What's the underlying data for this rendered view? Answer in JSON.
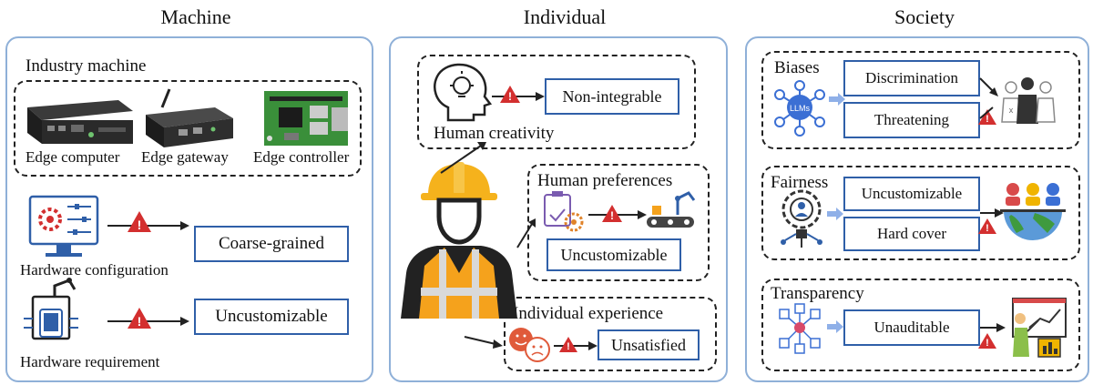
{
  "columns": {
    "machine": "Machine",
    "individual": "Individual",
    "society": "Society"
  },
  "machine": {
    "industry_title": "Industry machine",
    "devices": [
      "Edge computer",
      "Edge gateway",
      "Edge controller"
    ],
    "hw_config_label": "Hardware configuration",
    "hw_config_issue": "Coarse-grained",
    "hw_req_label": "Hardware requirement",
    "hw_req_issue": "Uncustomizable"
  },
  "individual": {
    "creativity_label": "Human creativity",
    "creativity_issue": "Non-integrable",
    "preferences_label": "Human preferences",
    "preferences_issue": "Uncustomizable",
    "experience_label": "Individual experience",
    "experience_issue": "Unsatisfied"
  },
  "society": {
    "biases_label": "Biases",
    "biases_issues": [
      "Discrimination",
      "Threatening"
    ],
    "llm_text": "LLMs",
    "fairness_label": "Fairness",
    "fairness_issues": [
      "Uncustomizable",
      "Hard cover"
    ],
    "transparency_label": "Transparency",
    "transparency_issue": "Unauditable"
  },
  "colors": {
    "panel_border": "#8fb0d8",
    "box_border": "#2f5fa8",
    "warning_red": "#d32f2f",
    "icon_blue": "#3b6fd4",
    "arrow_light_blue": "#8fb0e8"
  },
  "icons": [
    "warning-icon",
    "gear-monitor-icon",
    "robot-arm-phone-icon",
    "lightbulb-head-icon",
    "worker-icon",
    "document-gear-icon",
    "conveyor-robot-icon",
    "emotion-faces-icon",
    "llm-network-icon",
    "people-group-icon",
    "fairness-chip-icon",
    "globe-people-icon",
    "cube-network-icon",
    "presenter-chart-icon"
  ]
}
